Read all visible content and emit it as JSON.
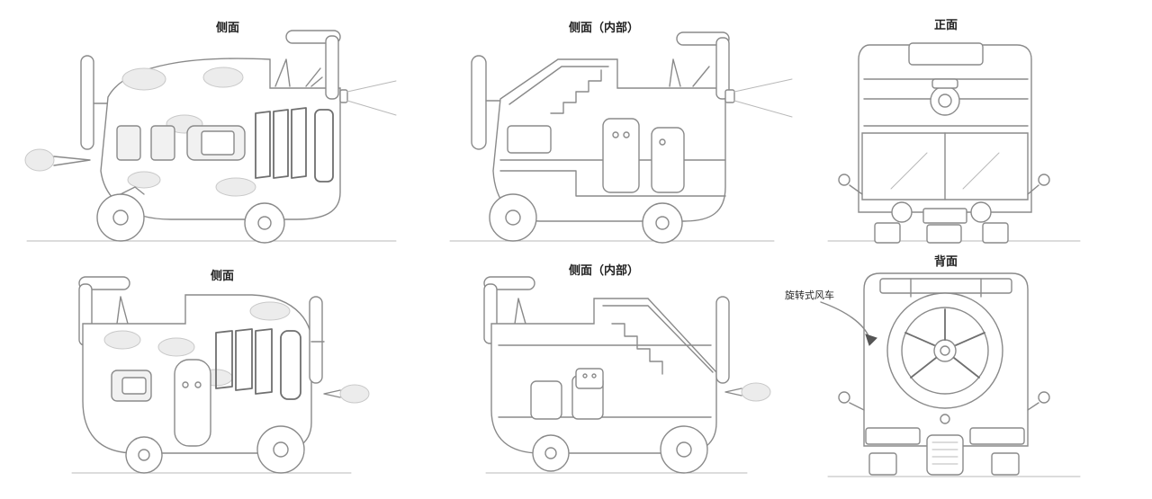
{
  "views": {
    "side_top": "侧面",
    "interior_top": "侧面（内部）",
    "front": "正面",
    "side_bottom": "侧面",
    "interior_bottom": "侧面（内部）",
    "back": "背面"
  },
  "annotations": {
    "windmill": "旋转式风车"
  },
  "colors": {
    "background": "#ffffff",
    "line": "#8a8a8a",
    "shade": "#ececec",
    "marker": "#555555"
  }
}
